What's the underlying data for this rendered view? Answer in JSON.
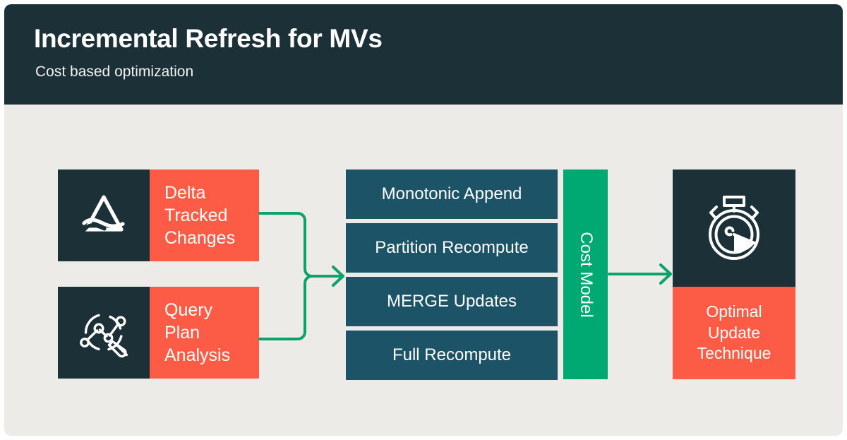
{
  "header": {
    "title": "Incremental Refresh for MVs",
    "subtitle": "Cost based optimization"
  },
  "colors": {
    "background": "#EDEBE8",
    "header_dark": "#1C3038",
    "accent_orange": "#FC5C45",
    "accent_teal": "#1D5366",
    "accent_green": "#00A971",
    "text_light": "#FFFFFF"
  },
  "inputs": [
    {
      "icon": "delta-lake-icon",
      "label_lines": [
        "Delta",
        "Tracked",
        "Changes"
      ]
    },
    {
      "icon": "query-plan-icon",
      "label_lines": [
        "Query",
        "Plan",
        "Analysis"
      ]
    }
  ],
  "strategies": [
    {
      "label": "Monotonic Append"
    },
    {
      "label": "Partition Recompute"
    },
    {
      "label": "MERGE Updates"
    },
    {
      "label": "Full Recompute"
    }
  ],
  "evaluator": {
    "label": "Cost Model"
  },
  "output": {
    "icon": "stopwatch-icon",
    "label_lines": [
      "Optimal",
      "Update",
      "Technique"
    ]
  },
  "connectors": [
    {
      "name": "inputs-to-strategies-arrow"
    },
    {
      "name": "cost-model-to-output-arrow"
    }
  ]
}
